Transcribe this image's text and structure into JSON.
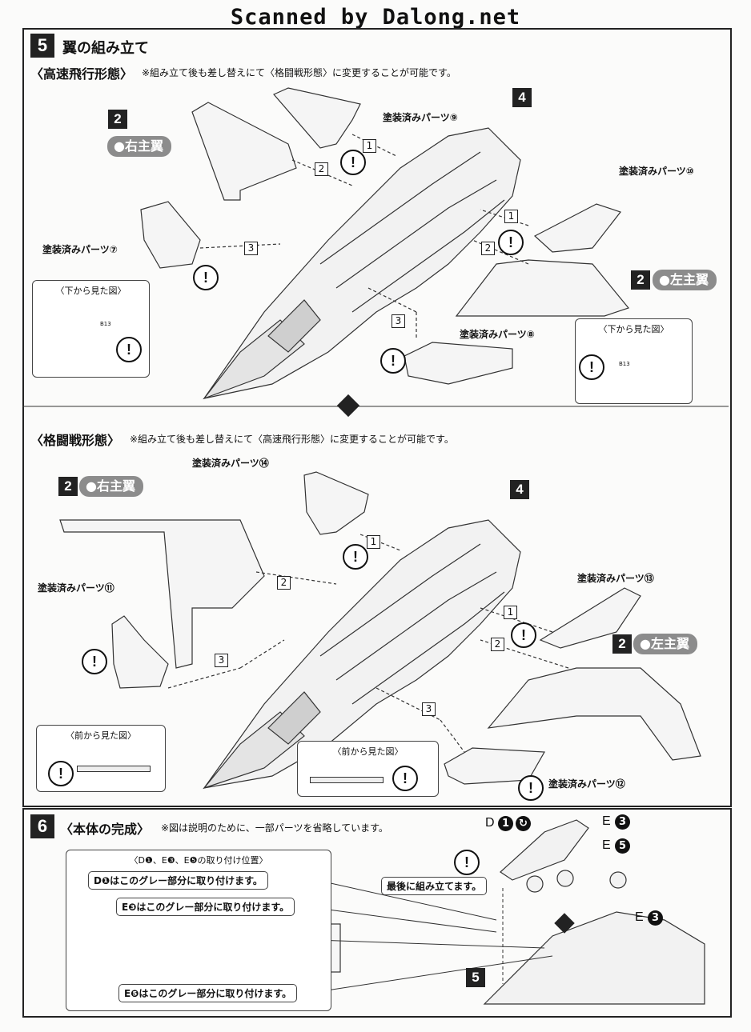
{
  "watermark": "Scanned by Dalong.net",
  "step5": {
    "number": "5",
    "title": "翼の組み立て",
    "high_speed": {
      "heading": "〈高速飛行形態〉",
      "note": "※組み立て後も差し替えにて〈格闘戦形態〉に変更することが可能です。",
      "badge_wing_r": "2",
      "right_wing": "●右主翼",
      "badge_body": "4",
      "badge_wing_l": "2",
      "left_wing": "●左主翼",
      "part9": "塗装済みパーツ⑨",
      "part10": "塗装済みパーツ⑩",
      "part7": "塗装済みパーツ⑦",
      "part8": "塗装済みパーツ⑧",
      "inset_left": "〈下から見た図〉",
      "inset_right": "〈下から見た図〉",
      "inset_code": "B13",
      "steps": [
        "1",
        "2",
        "3"
      ]
    },
    "dogfight": {
      "heading": "〈格闘戦形態〉",
      "note": "※組み立て後も差し替えにて〈高速飛行形態〉に変更することが可能です。",
      "badge_wing_r": "2",
      "right_wing": "●右主翼",
      "badge_body": "4",
      "badge_wing_l": "2",
      "left_wing": "●左主翼",
      "part14": "塗装済みパーツ⑭",
      "part13": "塗装済みパーツ⑬",
      "part11": "塗装済みパーツ⑪",
      "part12": "塗装済みパーツ⑫",
      "inset_left": "〈前から見た図〉",
      "inset_right": "〈前から見た図〉",
      "steps": [
        "1",
        "2",
        "3"
      ]
    }
  },
  "step6": {
    "number": "6",
    "title": "〈本体の完成〉",
    "note": "※図は説明のために、一部パーツを省略しています。",
    "position_title": "〈D❶、E❸、E❺の取り付け位置〉",
    "callout_d1": "D❶はこのグレー部分に取り付けます。",
    "callout_e3": "E❸はこのグレー部分に取り付けます。",
    "callout_e5": "E❺はこのグレー部分に取り付けます。",
    "callout_last": "最後に組み立てます。",
    "label_d": "D",
    "label_e1": "E",
    "label_e2": "E",
    "label_e3": "E",
    "num_1": "1",
    "num_3a": "3",
    "num_5": "5",
    "num_3b": "3",
    "badge_body": "5"
  },
  "warning_mark": "!"
}
